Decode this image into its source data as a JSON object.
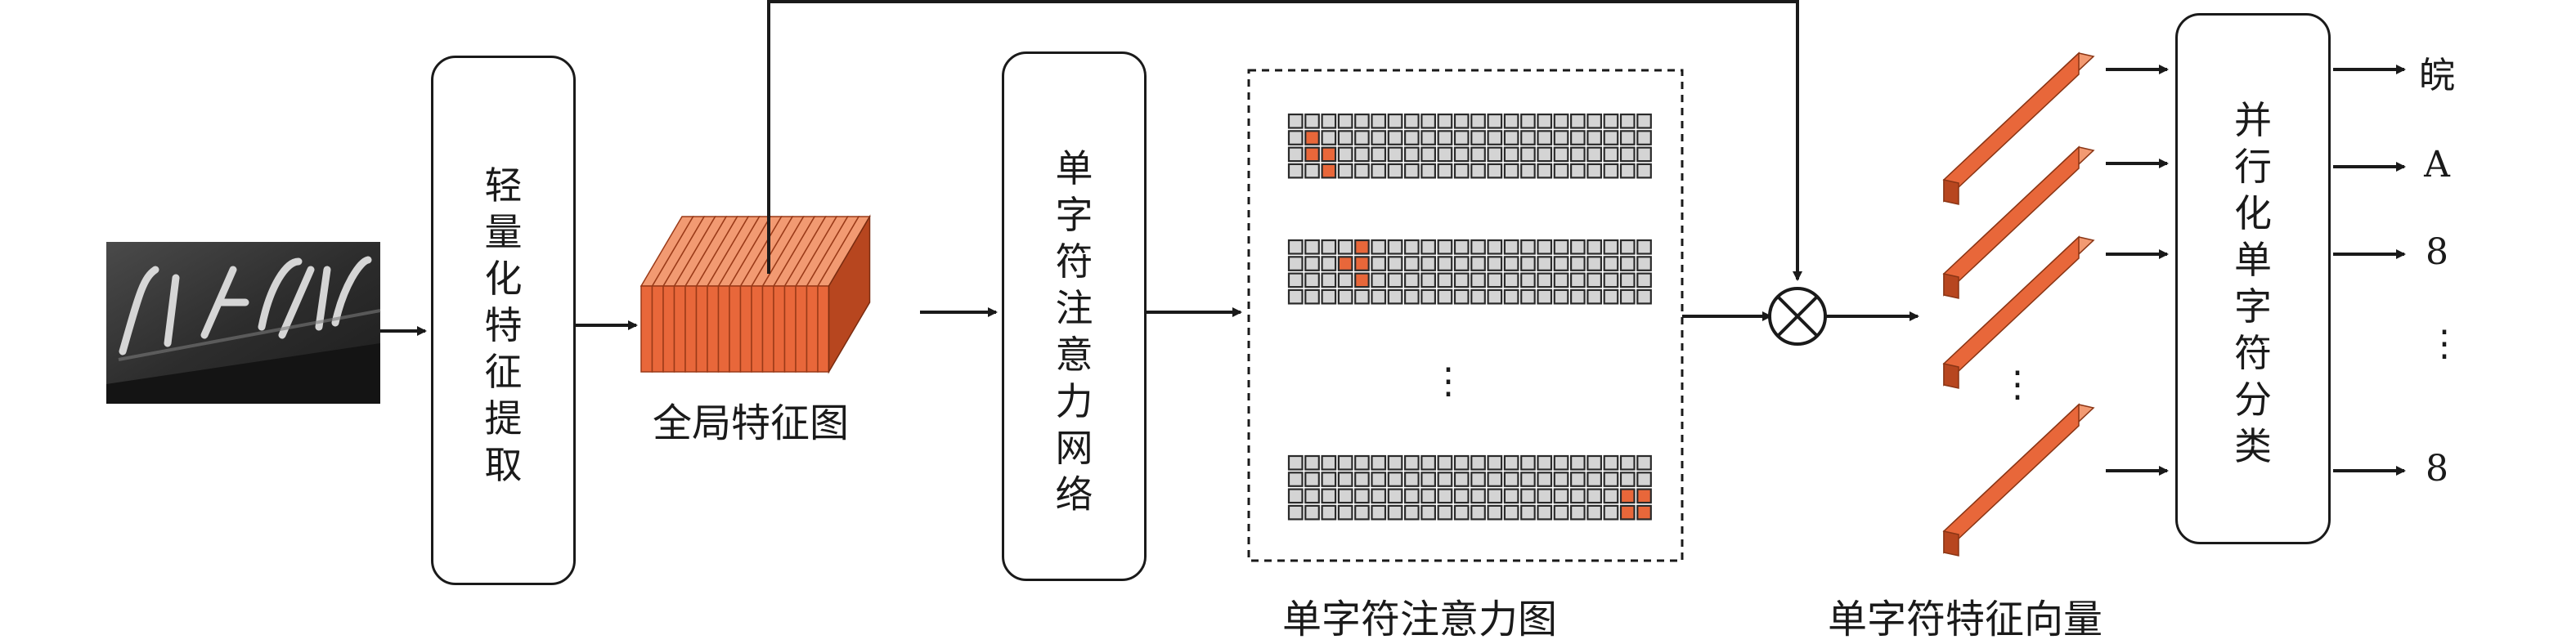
{
  "labels": {
    "feature_extraction": "轻\n量\n化\n特\n征\n提\n取",
    "attention_network": "单\n字\n符\n注\n意\n力\n网\n络",
    "parallel_classification": "并\n行\n化\n单\n字\n符\n分\n类",
    "global_feature_map": "全局特征图",
    "attention_map": "单字符注意力图",
    "char_feature_vector": "单字符特征向量"
  },
  "outputs": [
    "皖",
    "A",
    "8",
    "8"
  ],
  "ellipsis": "⋮",
  "colors": {
    "accent": "#e8673a",
    "accent_dark": "#b7461f",
    "accent_light": "#f29a72",
    "cell": "#d4d4d4",
    "line": "#1a1a1a"
  },
  "attention_groups": [
    {
      "highlight": [
        [
          1,
          1
        ],
        [
          2,
          1
        ],
        [
          2,
          2
        ],
        [
          3,
          2
        ]
      ]
    },
    {
      "highlight": [
        [
          0,
          4
        ],
        [
          1,
          3
        ],
        [
          1,
          4
        ],
        [
          2,
          4
        ]
      ]
    },
    {
      "highlight": [
        [
          2,
          20
        ],
        [
          2,
          21
        ],
        [
          3,
          20
        ],
        [
          3,
          21
        ]
      ]
    }
  ]
}
